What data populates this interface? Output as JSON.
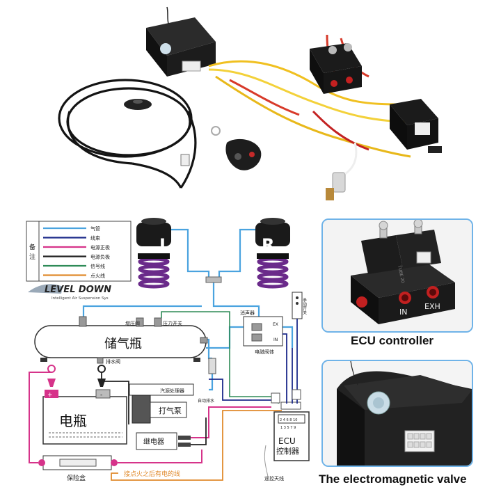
{
  "legend": {
    "side_label": "备\n注",
    "items": [
      {
        "label": "气管",
        "color": "#4aa3df"
      },
      {
        "label": "线束",
        "color": "#1c2a8a"
      },
      {
        "label": "电源正极",
        "color": "#d6338a"
      },
      {
        "label": "电源负极",
        "color": "#222222"
      },
      {
        "label": "信号线",
        "color": "#2e8b57"
      },
      {
        "label": "点火线",
        "color": "#e08a2c"
      }
    ]
  },
  "brand": {
    "name": "LEVEL DOWN",
    "tagline": "Intelligent Air Suspension Sys"
  },
  "diagram": {
    "left_bag": "L",
    "right_bag": "R",
    "tank": "储气瓶",
    "pressure_valve": "增压阀",
    "pressure_switch": "压力开关",
    "drain_valve": "排水阀",
    "muffler": "消声器",
    "ex": "EX",
    "in": "IN",
    "solenoid_valve_body": "电磁阀体",
    "manual_switch": "手动开关",
    "battery": "电瓶",
    "air_processor": "汽源处理器",
    "auto_drain": "自动排水",
    "pump": "打气泵",
    "relay": "继电器",
    "ecu_line1": "ECU",
    "ecu_line2": "控制器",
    "ecu_pins_top": "2 4 6 8 10",
    "ecu_pins_bottom": "1 3 5 7 9",
    "fuse_box": "保险盒",
    "ignition_note": "接点火之后有电的线",
    "remote_antenna": "遥控天线"
  },
  "captions": {
    "ecu_controller": "ECU controller",
    "electromagnetic_valve": "The electromagnetic valve"
  },
  "inset_text": {
    "in": "IN",
    "exh": "EXH",
    "tube": "TUBE 20"
  }
}
